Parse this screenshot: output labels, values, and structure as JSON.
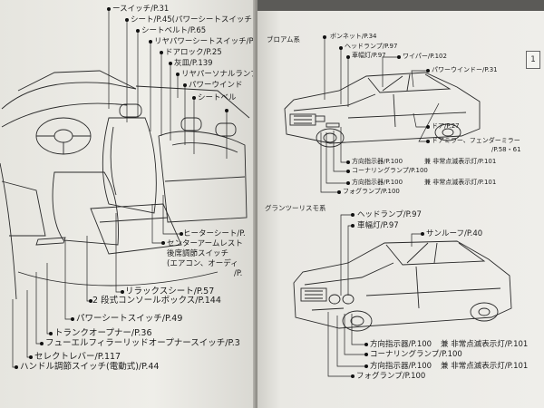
{
  "left_page": {
    "labels": [
      {
        "id": "l0",
        "text": "ースイッチ/P.31"
      },
      {
        "id": "l1",
        "text": "シート/P.45(パワーシートスイッチ"
      },
      {
        "id": "l2",
        "text": "シートベルト/P.65"
      },
      {
        "id": "l3",
        "text": "リヤパワーシートスイッチ/P."
      },
      {
        "id": "l4",
        "text": "ドアロック/P.25"
      },
      {
        "id": "l5",
        "text": "灰皿/P.139"
      },
      {
        "id": "l6",
        "text": "リヤパーソナルランプ"
      },
      {
        "id": "l7",
        "text": "パワーウインド"
      },
      {
        "id": "l8",
        "text": "シートベル"
      },
      {
        "id": "l9",
        "text": "ヒーターシート/P."
      },
      {
        "id": "l10",
        "text": "センターアームレスト"
      },
      {
        "id": "l11",
        "text": "後席調節スイッチ"
      },
      {
        "id": "l12",
        "text": "(エアコン、オーディ"
      },
      {
        "id": "l13",
        "text": "/P."
      },
      {
        "id": "l14",
        "text": "リラックスシート/P.57"
      },
      {
        "id": "l15",
        "text": "2 段式コンソールボックス/P.144"
      },
      {
        "id": "l16",
        "text": "パワーシートスイッチ/P.49"
      },
      {
        "id": "l17",
        "text": "トランクオープナー/P.36"
      },
      {
        "id": "l18",
        "text": "フューエルフィラーリッドオープナースイッチ/P.3"
      },
      {
        "id": "l19",
        "text": "セレクトレバー/P.117"
      },
      {
        "id": "l20",
        "text": "ハンドル調節スイッチ(電動式)/P.44"
      }
    ]
  },
  "right_page": {
    "tab_label": "1",
    "section1": {
      "title": "ブロアム系",
      "labels": [
        {
          "id": "r0",
          "text": "ボンネット/P.34"
        },
        {
          "id": "r1",
          "text": "ヘッドランプ/P.97"
        },
        {
          "id": "r2",
          "text": "車幅灯/P.97"
        },
        {
          "id": "r3",
          "text": "ワイパー/P.102"
        },
        {
          "id": "r4",
          "text": "パワーウインドー/P.31"
        },
        {
          "id": "r5",
          "text": "ドア/P.27"
        },
        {
          "id": "r6",
          "text": "ドアミラー、フェンダーミラー"
        },
        {
          "id": "r7",
          "text": "/P.58・61"
        },
        {
          "id": "r8",
          "text": "方向指示器/P.100"
        },
        {
          "id": "r9",
          "text": "兼 非常点滅表示灯/P.101"
        },
        {
          "id": "r10",
          "text": "コーナリングランプ/P.100"
        },
        {
          "id": "r11",
          "text": "方向指示器/P.100"
        },
        {
          "id": "r12",
          "text": "兼 非常点滅表示灯/P.101"
        },
        {
          "id": "r13",
          "text": "フォグランプ/P.100"
        }
      ]
    },
    "section2": {
      "title": "グランツーリスモ系",
      "labels": [
        {
          "id": "r14",
          "text": "ヘッドランプ/P.97"
        },
        {
          "id": "r15",
          "text": "車幅灯/P.97"
        },
        {
          "id": "r16",
          "text": "サンルーフ/P.40"
        },
        {
          "id": "r17",
          "text": "方向指示器/P.100"
        },
        {
          "id": "r18",
          "text": "兼 非常点滅表示灯/P.101"
        },
        {
          "id": "r19",
          "text": "コーナリングランプ/P.100"
        },
        {
          "id": "r20",
          "text": "方向指示器/P.100"
        },
        {
          "id": "r21",
          "text": "兼 非常点滅表示灯/P.101"
        },
        {
          "id": "r22",
          "text": "フォグランプ/P.100"
        }
      ]
    }
  }
}
